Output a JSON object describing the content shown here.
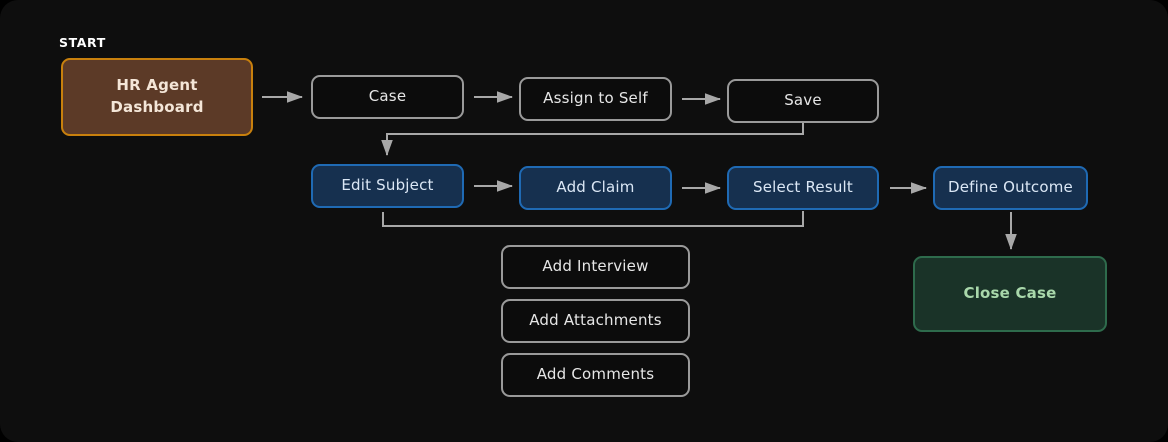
{
  "diagram": {
    "title_caption": "START",
    "background": "#0e0e0e",
    "edge_color": "#a8a8a8",
    "nodes": {
      "start": {
        "line1": "HR Agent",
        "line2": "Dashboard",
        "fill": "#5c3a27",
        "border": "#c8800d",
        "text": "#f4e6d8"
      },
      "case": {
        "label": "Case",
        "fill": "#0c0c0c",
        "border": "#9a9a9a",
        "text": "#e6e6e6"
      },
      "assign_to_self": {
        "label": "Assign to Self",
        "fill": "#0c0c0c",
        "border": "#9a9a9a",
        "text": "#e6e6e6"
      },
      "save": {
        "label": "Save",
        "fill": "#0c0c0c",
        "border": "#9a9a9a",
        "text": "#e6e6e6"
      },
      "edit_subject": {
        "label": "Edit Subject",
        "fill": "#16304f",
        "border": "#1f6ab4",
        "text": "#dbe7f5"
      },
      "add_claim": {
        "label": "Add Claim",
        "fill": "#16304f",
        "border": "#1f6ab4",
        "text": "#dbe7f5"
      },
      "select_result": {
        "label": "Select Result",
        "fill": "#16304f",
        "border": "#1f6ab4",
        "text": "#dbe7f5"
      },
      "define_outcome": {
        "label": "Define Outcome",
        "fill": "#16304f",
        "border": "#1f6ab4",
        "text": "#dbe7f5"
      },
      "add_interview": {
        "label": "Add Interview",
        "fill": "#0c0c0c",
        "border": "#9a9a9a",
        "text": "#e6e6e6"
      },
      "add_attachments": {
        "label": "Add Attachments",
        "fill": "#0c0c0c",
        "border": "#9a9a9a",
        "text": "#e6e6e6"
      },
      "add_comments": {
        "label": "Add Comments",
        "fill": "#0c0c0c",
        "border": "#9a9a9a",
        "text": "#e6e6e6"
      },
      "close_case": {
        "label": "Close Case",
        "fill": "#1a3328",
        "border": "#2e6b4c",
        "text": "#a9d8ab"
      }
    },
    "edges": [
      {
        "from": "start",
        "to": "case",
        "kind": "arrow-right"
      },
      {
        "from": "case",
        "to": "assign_to_self",
        "kind": "arrow-right"
      },
      {
        "from": "assign_to_self",
        "to": "save",
        "kind": "arrow-right"
      },
      {
        "from": "save",
        "to": "edit_subject",
        "kind": "elbow-down-arrow"
      },
      {
        "from": "edit_subject",
        "to": "add_claim",
        "kind": "arrow-right"
      },
      {
        "from": "add_claim",
        "to": "select_result",
        "kind": "arrow-right"
      },
      {
        "from": "select_result",
        "to": "define_outcome",
        "kind": "arrow-right"
      },
      {
        "from": "select_result",
        "to": "edit_subject",
        "kind": "elbow-loop"
      },
      {
        "from": "define_outcome",
        "to": "close_case",
        "kind": "arrow-down"
      }
    ]
  }
}
